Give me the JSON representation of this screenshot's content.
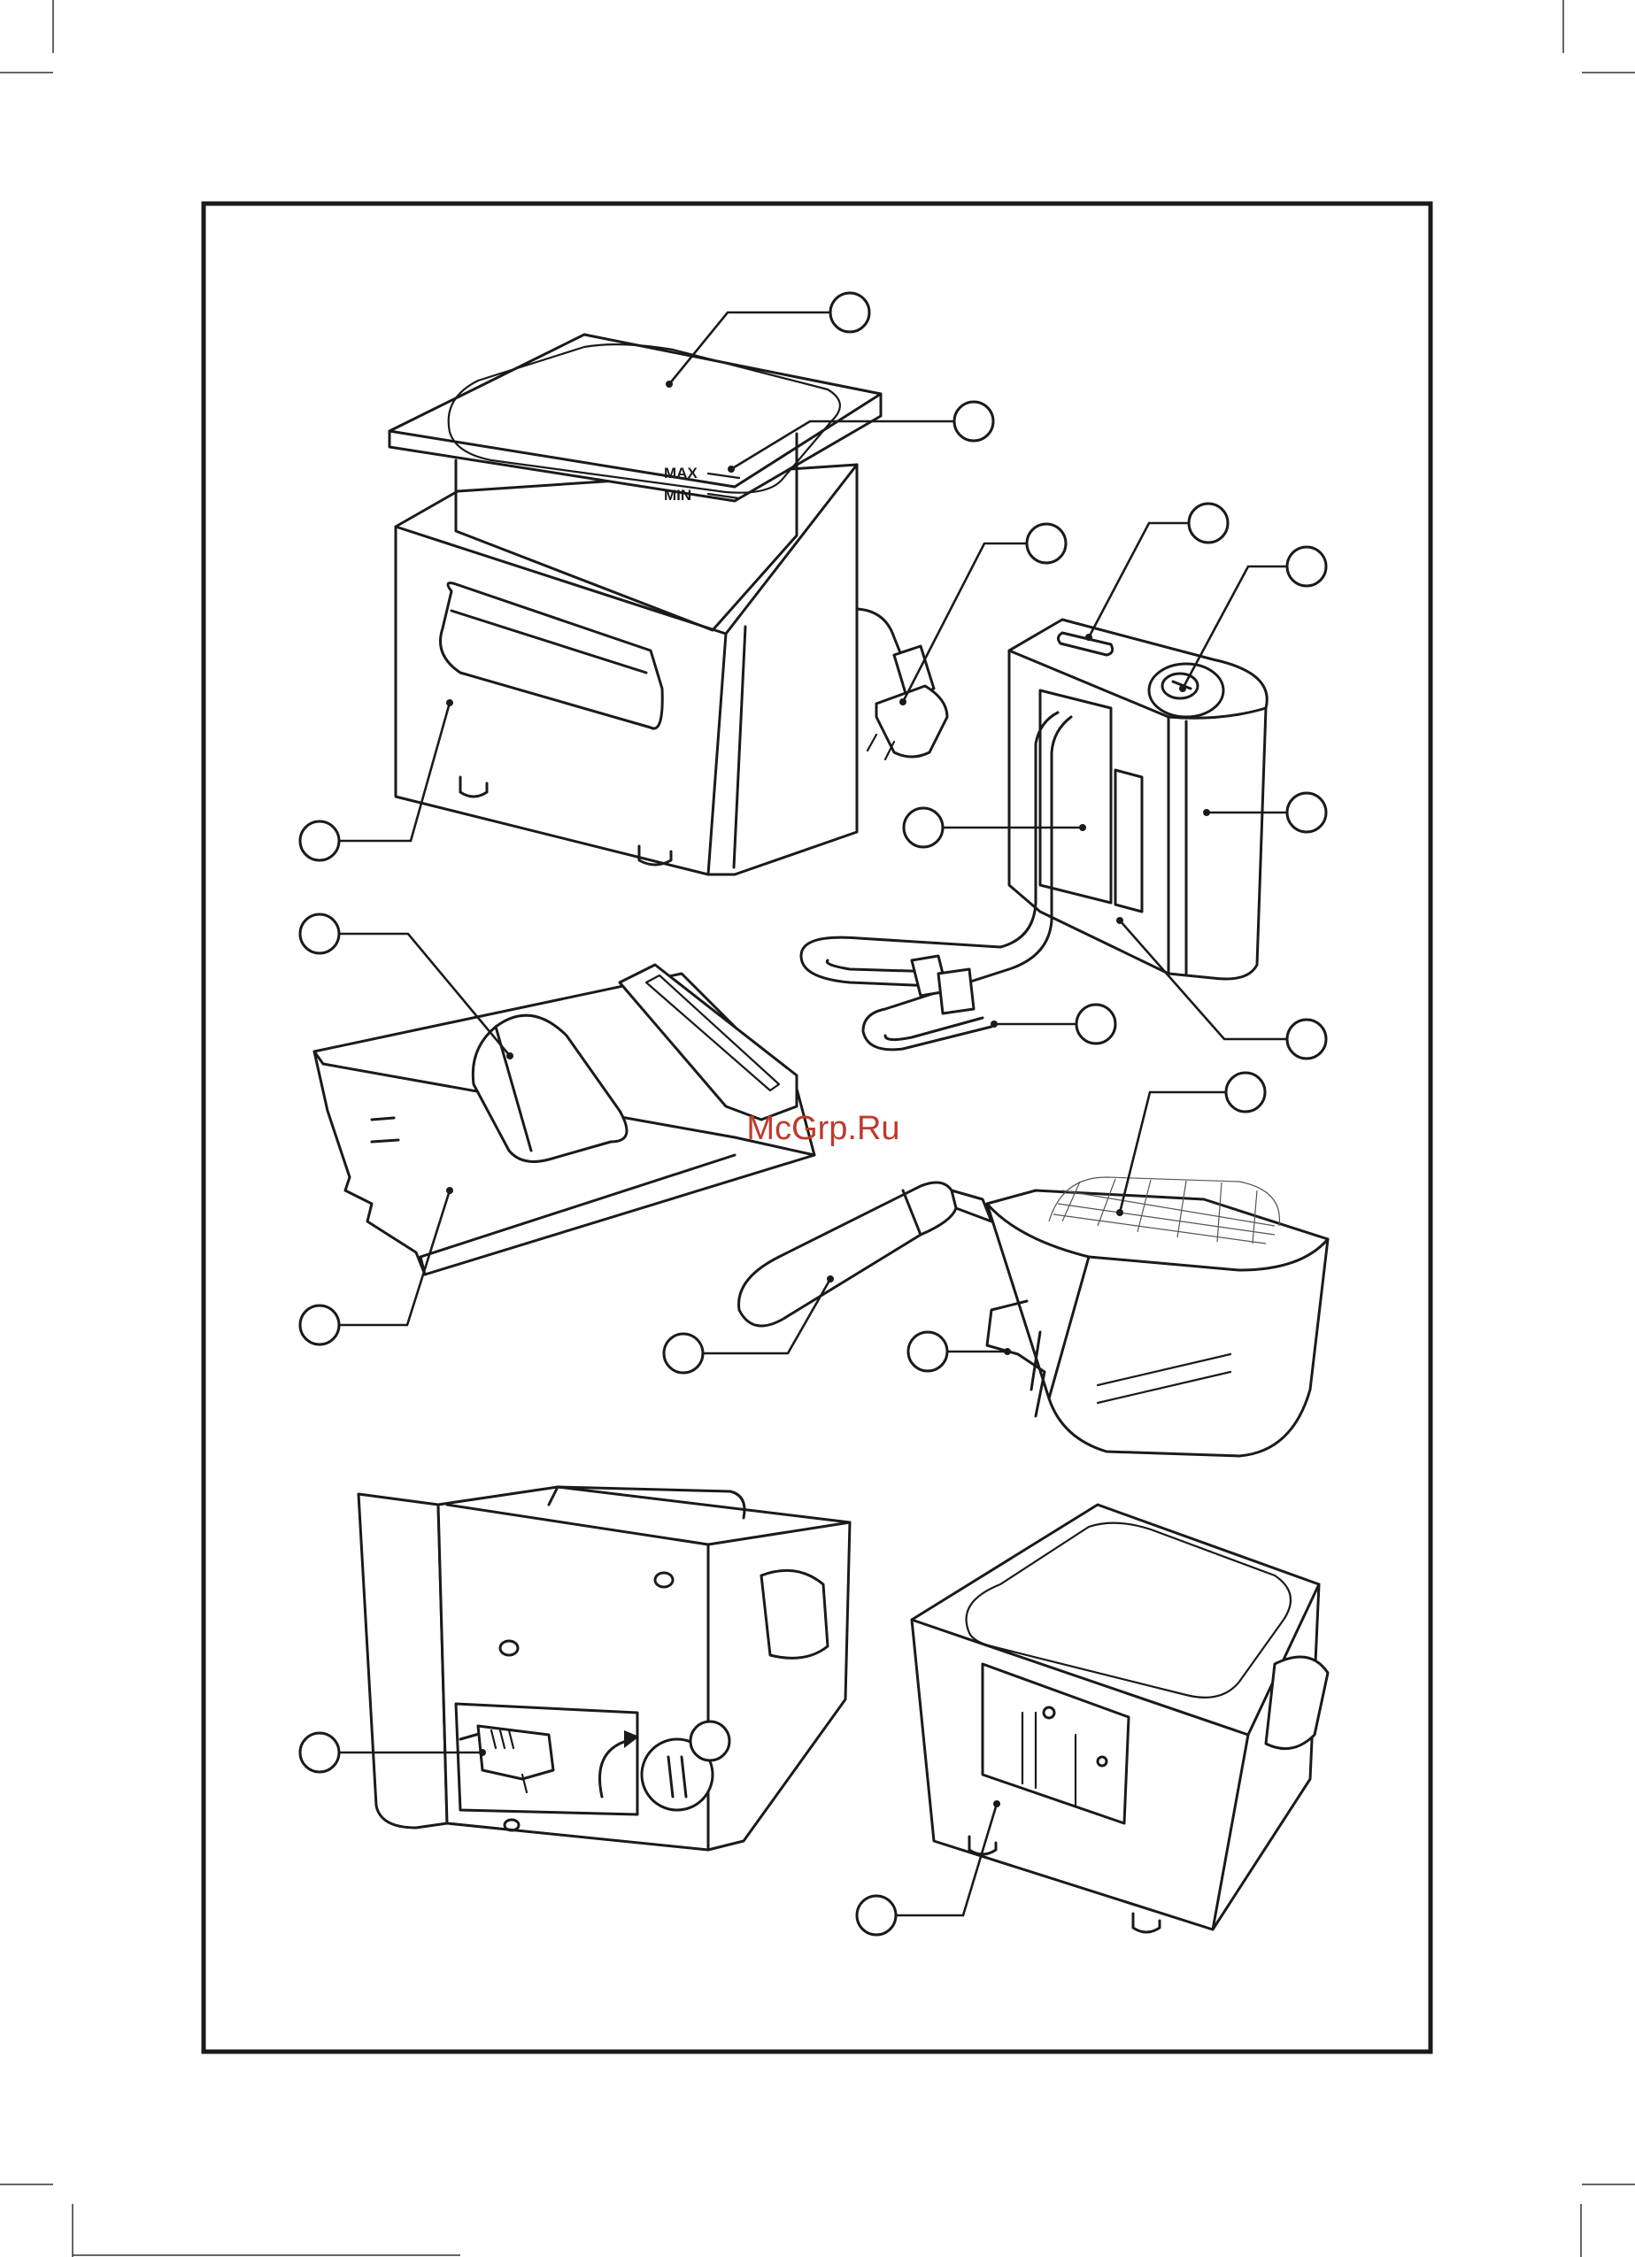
{
  "page": {
    "scale_marks": [
      "MAX",
      "MIN"
    ],
    "watermark": "McGrp.Ru"
  },
  "colors": {
    "ink": "#1a1a1a",
    "paper": "#ffffff",
    "watermark": "#c0392b"
  },
  "callouts": [
    {
      "id": "c1",
      "label": ""
    },
    {
      "id": "c2",
      "label": ""
    },
    {
      "id": "c3",
      "label": ""
    },
    {
      "id": "c4",
      "label": ""
    },
    {
      "id": "c5",
      "label": ""
    },
    {
      "id": "c6",
      "label": ""
    },
    {
      "id": "c7",
      "label": ""
    },
    {
      "id": "c8",
      "label": ""
    },
    {
      "id": "c9",
      "label": ""
    },
    {
      "id": "c10",
      "label": ""
    },
    {
      "id": "c11",
      "label": ""
    },
    {
      "id": "c12",
      "label": ""
    },
    {
      "id": "c13",
      "label": ""
    },
    {
      "id": "c14",
      "label": ""
    },
    {
      "id": "c15",
      "label": ""
    },
    {
      "id": "c16",
      "label": ""
    },
    {
      "id": "c17",
      "label": ""
    },
    {
      "id": "c18",
      "label": ""
    }
  ],
  "icons": [
    "rotate-arrow-icon",
    "plug-icon"
  ]
}
